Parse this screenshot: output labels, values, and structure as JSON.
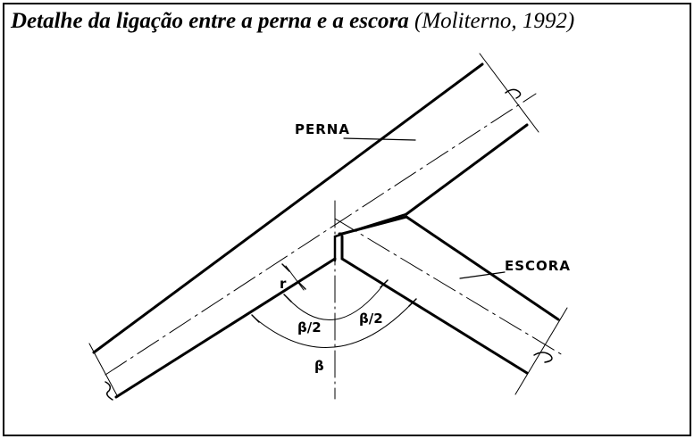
{
  "title": {
    "main": "Detalhe da ligação entre a perna e a escora",
    "source": "(Moliterno, 1992)"
  },
  "labels": {
    "perna": "PERNA",
    "escora": "ESCORA",
    "r": "r",
    "half_beta_left": "β/2",
    "half_beta_right": "β/2",
    "beta": "β"
  }
}
